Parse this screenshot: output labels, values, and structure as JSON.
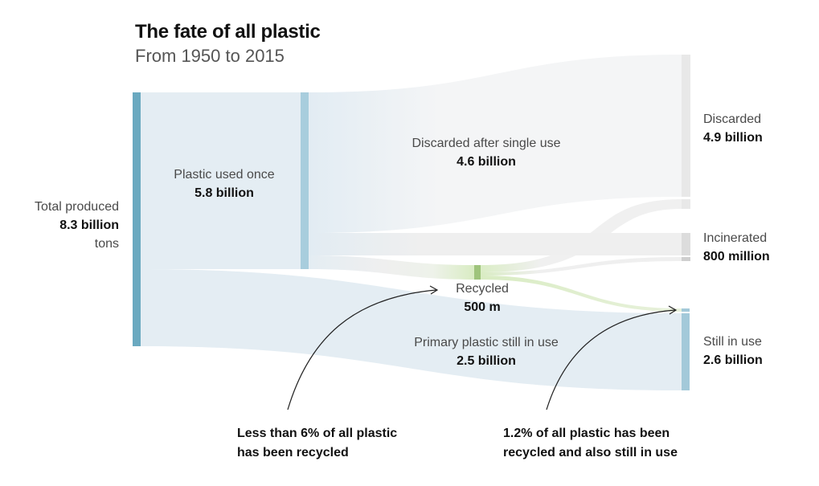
{
  "header": {
    "title": "The fate of all plastic",
    "subtitle": "From 1950 to 2015"
  },
  "labels": {
    "total": {
      "name": "Total produced",
      "value": "8.3 billion",
      "unit": "tons"
    },
    "used_once": {
      "name": "Plastic used once",
      "value": "5.8 billion"
    },
    "discarded_single": {
      "name": "Discarded after single use",
      "value": "4.6 billion"
    },
    "recycled": {
      "name": "Recycled",
      "value": "500 m"
    },
    "primary_in_use": {
      "name": "Primary plastic still in use",
      "value": "2.5 billion"
    },
    "discarded": {
      "name": "Discarded",
      "value": "4.9 billion"
    },
    "incinerated": {
      "name": "Incinerated",
      "value": "800 million"
    },
    "still_in_use": {
      "name": "Still in use",
      "value": "2.6 billion"
    }
  },
  "annotations": {
    "recycled_note_line1": "Less than 6% of all plastic",
    "recycled_note_line2": "has been recycled",
    "in_use_note_line1": "1.2% of all plastic has been",
    "in_use_note_line2": "recycled and also still in use"
  },
  "colors": {
    "total_node": "#6aa9c0",
    "used_node": "#a8cddd",
    "blue_flow": "#e4edf3",
    "gray_flow": "#f1f2f3",
    "gray_node": "#e6e6e6",
    "incinerated_node": "#dcdcdc",
    "recycled_node": "#9fc47c",
    "green_flow": "#e3f0d4",
    "in_use_node": "#a3c9d9"
  },
  "chart_data": {
    "type": "sankey",
    "title": "The fate of all plastic",
    "subtitle": "From 1950 to 2015",
    "unit": "tons",
    "nodes": [
      {
        "id": "total",
        "label": "Total produced",
        "value": 8300
      },
      {
        "id": "used_once",
        "label": "Plastic used once",
        "value": 5800
      },
      {
        "id": "primary_in_use",
        "label": "Primary plastic still in use",
        "value": 2500
      },
      {
        "id": "recycled",
        "label": "Recycled",
        "value": 500
      },
      {
        "id": "discarded",
        "label": "Discarded",
        "value": 4900
      },
      {
        "id": "incinerated",
        "label": "Incinerated",
        "value": 800
      },
      {
        "id": "still_in_use",
        "label": "Still in use",
        "value": 2600
      }
    ],
    "links": [
      {
        "source": "total",
        "target": "used_once",
        "value": 5800
      },
      {
        "source": "total",
        "target": "still_in_use",
        "value": 2500,
        "label": "Primary plastic still in use"
      },
      {
        "source": "used_once",
        "target": "discarded",
        "value": 4600,
        "label": "Discarded after single use"
      },
      {
        "source": "used_once",
        "target": "incinerated",
        "value": 700
      },
      {
        "source": "used_once",
        "target": "recycled",
        "value": 500
      },
      {
        "source": "recycled",
        "target": "discarded",
        "value": 300
      },
      {
        "source": "recycled",
        "target": "incinerated",
        "value": 100
      },
      {
        "source": "recycled",
        "target": "still_in_use",
        "value": 100
      }
    ],
    "value_units": "million tons",
    "annotations": [
      "Less than 6% of all plastic has been recycled",
      "1.2% of all plastic has been recycled and also still in use"
    ]
  }
}
